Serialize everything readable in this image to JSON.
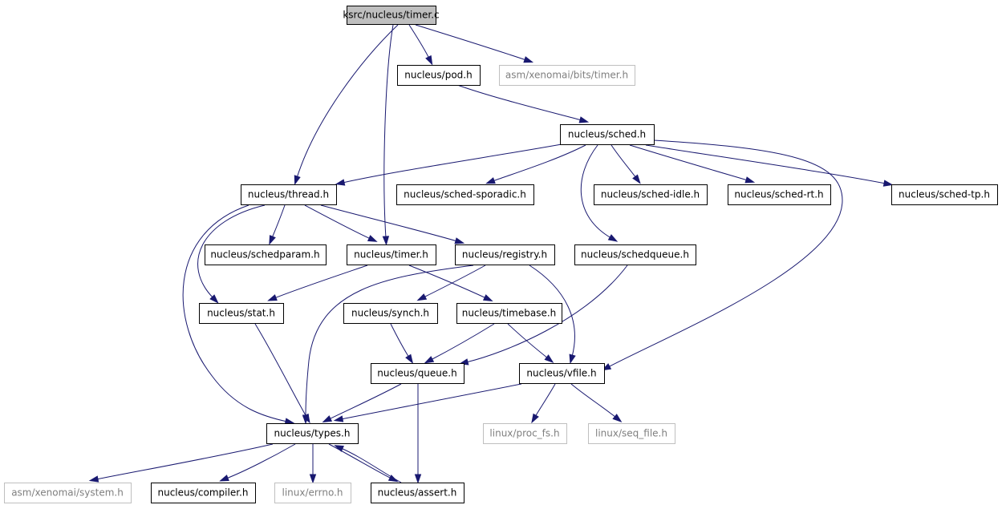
{
  "diagram": {
    "nodes": [
      {
        "id": "timer_c",
        "label": "ksrc/nucleus/timer.c",
        "kind": "root"
      },
      {
        "id": "pod_h",
        "label": "nucleus/pod.h",
        "kind": "local"
      },
      {
        "id": "asm_timer_h",
        "label": "asm/xenomai/bits/timer.h",
        "kind": "external"
      },
      {
        "id": "sched_h",
        "label": "nucleus/sched.h",
        "kind": "local"
      },
      {
        "id": "thread_h",
        "label": "nucleus/thread.h",
        "kind": "local"
      },
      {
        "id": "sched_sporadic_h",
        "label": "nucleus/sched-sporadic.h",
        "kind": "local"
      },
      {
        "id": "sched_idle_h",
        "label": "nucleus/sched-idle.h",
        "kind": "local"
      },
      {
        "id": "sched_rt_h",
        "label": "nucleus/sched-rt.h",
        "kind": "local"
      },
      {
        "id": "sched_tp_h",
        "label": "nucleus/sched-tp.h",
        "kind": "local"
      },
      {
        "id": "schedparam_h",
        "label": "nucleus/schedparam.h",
        "kind": "local"
      },
      {
        "id": "timer_h",
        "label": "nucleus/timer.h",
        "kind": "local"
      },
      {
        "id": "registry_h",
        "label": "nucleus/registry.h",
        "kind": "local"
      },
      {
        "id": "schedqueue_h",
        "label": "nucleus/schedqueue.h",
        "kind": "local"
      },
      {
        "id": "stat_h",
        "label": "nucleus/stat.h",
        "kind": "local"
      },
      {
        "id": "synch_h",
        "label": "nucleus/synch.h",
        "kind": "local"
      },
      {
        "id": "timebase_h",
        "label": "nucleus/timebase.h",
        "kind": "local"
      },
      {
        "id": "queue_h",
        "label": "nucleus/queue.h",
        "kind": "local"
      },
      {
        "id": "vfile_h",
        "label": "nucleus/vfile.h",
        "kind": "local"
      },
      {
        "id": "types_h",
        "label": "nucleus/types.h",
        "kind": "local"
      },
      {
        "id": "proc_fs_h",
        "label": "linux/proc_fs.h",
        "kind": "external"
      },
      {
        "id": "seq_file_h",
        "label": "linux/seq_file.h",
        "kind": "external"
      },
      {
        "id": "system_h",
        "label": "asm/xenomai/system.h",
        "kind": "external"
      },
      {
        "id": "compiler_h",
        "label": "nucleus/compiler.h",
        "kind": "local"
      },
      {
        "id": "errno_h",
        "label": "linux/errno.h",
        "kind": "external"
      },
      {
        "id": "assert_h",
        "label": "nucleus/assert.h",
        "kind": "local"
      }
    ],
    "edges": [
      [
        "timer_c",
        "pod_h"
      ],
      [
        "timer_c",
        "asm_timer_h"
      ],
      [
        "timer_c",
        "thread_h"
      ],
      [
        "timer_c",
        "timer_h"
      ],
      [
        "pod_h",
        "sched_h"
      ],
      [
        "sched_h",
        "thread_h"
      ],
      [
        "sched_h",
        "sched_sporadic_h"
      ],
      [
        "sched_h",
        "sched_idle_h"
      ],
      [
        "sched_h",
        "sched_rt_h"
      ],
      [
        "sched_h",
        "sched_tp_h"
      ],
      [
        "sched_h",
        "schedqueue_h"
      ],
      [
        "sched_h",
        "vfile_h"
      ],
      [
        "thread_h",
        "schedparam_h"
      ],
      [
        "thread_h",
        "timer_h"
      ],
      [
        "thread_h",
        "registry_h"
      ],
      [
        "thread_h",
        "stat_h"
      ],
      [
        "thread_h",
        "types_h"
      ],
      [
        "timer_h",
        "stat_h"
      ],
      [
        "timer_h",
        "timebase_h"
      ],
      [
        "registry_h",
        "synch_h"
      ],
      [
        "registry_h",
        "types_h"
      ],
      [
        "registry_h",
        "vfile_h"
      ],
      [
        "schedqueue_h",
        "queue_h"
      ],
      [
        "stat_h",
        "types_h"
      ],
      [
        "synch_h",
        "queue_h"
      ],
      [
        "timebase_h",
        "queue_h"
      ],
      [
        "timebase_h",
        "vfile_h"
      ],
      [
        "queue_h",
        "types_h"
      ],
      [
        "queue_h",
        "assert_h"
      ],
      [
        "vfile_h",
        "types_h"
      ],
      [
        "vfile_h",
        "proc_fs_h"
      ],
      [
        "vfile_h",
        "seq_file_h"
      ],
      [
        "types_h",
        "system_h"
      ],
      [
        "types_h",
        "compiler_h"
      ],
      [
        "types_h",
        "errno_h"
      ],
      [
        "types_h",
        "assert_h"
      ],
      [
        "assert_h",
        "types_h"
      ]
    ]
  }
}
